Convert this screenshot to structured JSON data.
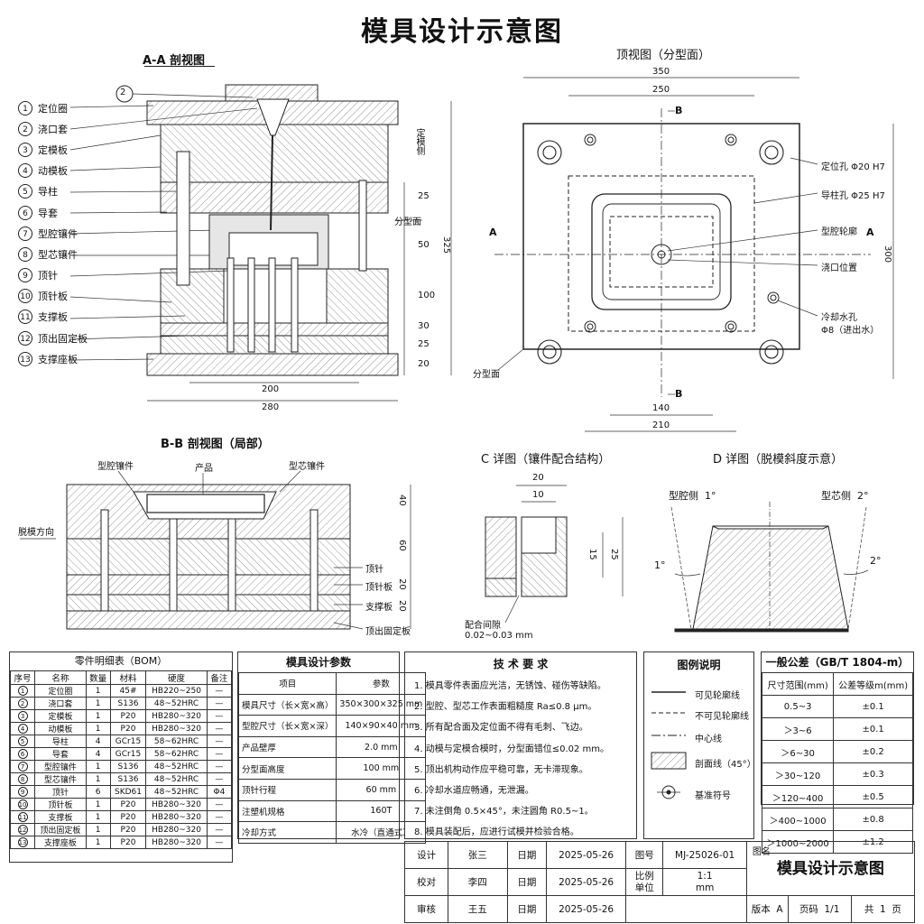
{
  "title": "模具设计示意图",
  "section_aa": {
    "title": "A-A 剖视图",
    "callout": "2",
    "side_labels": [
      "定模侧",
      "分型面"
    ],
    "dims_v": [
      "25",
      "50",
      "100",
      "30",
      "25",
      "20"
    ],
    "dim_total": "325",
    "dim_200": "200",
    "dim_280": "280"
  },
  "parts": [
    {
      "no": "1",
      "name": "定位圈"
    },
    {
      "no": "2",
      "name": "浇口套"
    },
    {
      "no": "3",
      "name": "定模板"
    },
    {
      "no": "4",
      "name": "动模板"
    },
    {
      "no": "5",
      "name": "导柱"
    },
    {
      "no": "6",
      "name": "导套"
    },
    {
      "no": "7",
      "name": "型腔镶件"
    },
    {
      "no": "8",
      "name": "型芯镶件"
    },
    {
      "no": "9",
      "name": "顶针"
    },
    {
      "no": "10",
      "name": "顶针板"
    },
    {
      "no": "11",
      "name": "支撑板"
    },
    {
      "no": "12",
      "name": "顶出固定板"
    },
    {
      "no": "13",
      "name": "支撑座板"
    }
  ],
  "top_view": {
    "title": "顶视图（分型面）",
    "dim_350": "350",
    "dim_250": "250",
    "dim_300": "300",
    "dim_140": "140",
    "dim_210": "210",
    "section_b": "B",
    "section_a": "A",
    "labels": {
      "locating_hole": "定位孔 Φ20 H7",
      "guide_hole": "导柱孔 Φ25 H7",
      "cavity": "型腔轮廓",
      "gate": "浇口位置",
      "cooling_1": "冷却水孔",
      "cooling_2": "Φ8（进出水）",
      "parting": "分型面"
    }
  },
  "section_bb": {
    "title": "B-B 剖视图（局部）",
    "labels": {
      "cavity_insert": "型腔镶件",
      "product": "产品",
      "core_insert": "型芯镶件",
      "eject_dir": "脱模方向",
      "ejector_pin": "顶针",
      "ejector_plate": "顶针板",
      "support_plate": "支撑板",
      "eject_fix_plate": "顶出固定板"
    },
    "dims": [
      "40",
      "60",
      "20",
      "20"
    ]
  },
  "detail_c": {
    "title": "C  详图（镶件配合结构）",
    "dims": {
      "d20": "20",
      "d10": "10",
      "d15": "15",
      "d25": "25"
    },
    "gap_label": "配合间隙",
    "gap_value": "0.02~0.03 mm"
  },
  "detail_d": {
    "title": "D  详图（脱模斜度示意）",
    "cavity_side": "型腔侧",
    "cavity_angle": "1°",
    "core_side": "型芯侧",
    "core_angle": "2°",
    "left_angle": "1°",
    "right_angle": "2°"
  },
  "bom": {
    "title": "零件明细表（BOM）",
    "headers": [
      "序号",
      "名称",
      "数量",
      "材料",
      "硬度",
      "备注"
    ],
    "rows": [
      [
        "1",
        "定位圈",
        "1",
        "45#",
        "HB220~250",
        "—"
      ],
      [
        "2",
        "浇口套",
        "1",
        "S136",
        "48~52HRC",
        "—"
      ],
      [
        "3",
        "定模板",
        "1",
        "P20",
        "HB280~320",
        "—"
      ],
      [
        "4",
        "动模板",
        "1",
        "P20",
        "HB280~320",
        "—"
      ],
      [
        "5",
        "导柱",
        "4",
        "GCr15",
        "58~62HRC",
        "—"
      ],
      [
        "6",
        "导套",
        "4",
        "GCr15",
        "58~62HRC",
        "—"
      ],
      [
        "7",
        "型腔镶件",
        "1",
        "S136",
        "48~52HRC",
        "—"
      ],
      [
        "8",
        "型芯镶件",
        "1",
        "S136",
        "48~52HRC",
        "—"
      ],
      [
        "9",
        "顶针",
        "6",
        "SKD61",
        "48~52HRC",
        "Φ4"
      ],
      [
        "10",
        "顶针板",
        "1",
        "P20",
        "HB280~320",
        "—"
      ],
      [
        "11",
        "支撑板",
        "1",
        "P20",
        "HB280~320",
        "—"
      ],
      [
        "12",
        "顶出固定板",
        "1",
        "P20",
        "HB280~320",
        "—"
      ],
      [
        "13",
        "支撑座板",
        "1",
        "P20",
        "HB280~320",
        "—"
      ]
    ]
  },
  "params": {
    "title": "模具设计参数",
    "headers": [
      "项目",
      "参数"
    ],
    "rows": [
      [
        "模具尺寸（长×宽×高）",
        "350×300×325 mm"
      ],
      [
        "型腔尺寸（长×宽×深）",
        "140×90×40 mm"
      ],
      [
        "产品壁厚",
        "2.0 mm"
      ],
      [
        "分型面高度",
        "100 mm"
      ],
      [
        "顶针行程",
        "60 mm"
      ],
      [
        "注塑机规格",
        "160T"
      ],
      [
        "冷却方式",
        "水冷（直通式）"
      ]
    ]
  },
  "requirements": {
    "title": "技 术 要 求",
    "items": [
      "1.  模具零件表面应光洁，无锈蚀、碰伤等缺陷。",
      "2.  型腔、型芯工作表面粗糙度 Ra≤0.8 μm。",
      "3.  所有配合面及定位面不得有毛刺、飞边。",
      "4.  动模与定模合模时，分型面错位≤0.02 mm。",
      "5.  顶出机构动作应平稳可靠，无卡滞现象。",
      "6.  冷却水道应畅通，无泄漏。",
      "7.  未注倒角 0.5×45°，未注圆角 R0.5~1。",
      "8.  模具装配后，应进行试模并检验合格。"
    ]
  },
  "legend": {
    "title": "图例说明",
    "items": [
      "可见轮廓线",
      "不可见轮廓线",
      "中心线",
      "剖面线（45°）",
      "基准符号"
    ]
  },
  "tolerance": {
    "title": "一般公差（GB/T 1804-m）",
    "headers": [
      "尺寸范围(mm)",
      "公差等级m(mm)"
    ],
    "rows": [
      [
        "0.5~3",
        "±0.1"
      ],
      [
        "＞3~6",
        "±0.1"
      ],
      [
        "＞6~30",
        "±0.2"
      ],
      [
        "＞30~120",
        "±0.3"
      ],
      [
        "＞120~400",
        "±0.5"
      ],
      [
        "＞400~1000",
        "±0.8"
      ],
      [
        "＞1000~2000",
        "±1.2"
      ]
    ]
  },
  "title_block": {
    "design_label": "设计",
    "designer": "张三",
    "check_label": "校对",
    "checker": "李四",
    "review_label": "审核",
    "reviewer": "王五",
    "date_label": "日期",
    "date1": "2025-05-26",
    "date2": "2025-05-26",
    "date3": "2025-05-26",
    "drawing_no_label": "图号",
    "drawing_no": "MJ-25026-01",
    "scale_label": "比例",
    "scale": "1:1",
    "unit_label": "单位",
    "unit": "mm",
    "name_label": "图名",
    "name": "模具设计示意图",
    "version_label": "版本",
    "version": "A",
    "page_label": "页码",
    "page": "1/1",
    "total_label": "共",
    "total": "1",
    "total_suffix": "页"
  }
}
